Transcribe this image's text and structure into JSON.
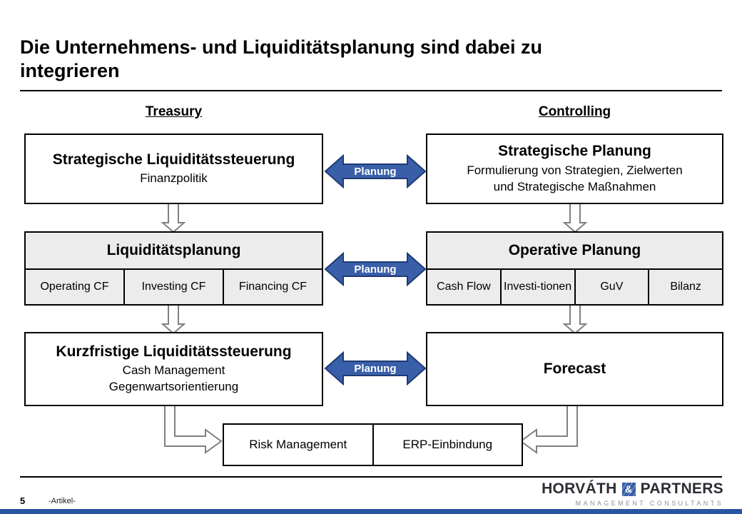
{
  "slide": {
    "title_line1": "Die Unternehmens- und Liquiditätsplanung sind dabei zu",
    "title_line2": "integrieren",
    "page_number": "5",
    "doc_label": "-Artikel-"
  },
  "columns": {
    "left_header": "Treasury",
    "right_header": "Controlling"
  },
  "treasury": {
    "strategic": {
      "title": "Strategische Liquiditätssteuerung",
      "subtitle": "Finanzpolitik"
    },
    "planning": {
      "title": "Liquiditätsplanung",
      "cells": [
        "Operating CF",
        "Investing CF",
        "Financing CF"
      ]
    },
    "short_term": {
      "title": "Kurzfristige Liquiditätssteuerung",
      "subtitle_line1": "Cash Management",
      "subtitle_line2": "Gegenwartsorientierung"
    }
  },
  "controlling": {
    "strategic": {
      "title": "Strategische Planung",
      "subtitle_line1": "Formulierung von Strategien, Zielwerten",
      "subtitle_line2": "und Strategische Maßnahmen"
    },
    "planning": {
      "title": "Operative Planung",
      "cells": [
        "Cash Flow",
        "Investi-tionen",
        "GuV",
        "Bilanz"
      ]
    },
    "forecast": {
      "title": "Forecast"
    }
  },
  "connectors": {
    "planning_arrow_label": "Planung"
  },
  "bottom": {
    "risk": "Risk Management",
    "erp": "ERP-Einbindung"
  },
  "logo": {
    "word_left": "HORVÁTH",
    "ampersand": "&",
    "word_right": "PARTNERS",
    "tagline": "MANAGEMENT CONSULTANTS"
  },
  "colors": {
    "arrow_blue": "#3a5fa9",
    "arrow_border_blue": "#1f3a74",
    "cell_gray": "#ececec",
    "outline_gray": "#808080",
    "bottom_bar_blue": "#2a55a2"
  }
}
